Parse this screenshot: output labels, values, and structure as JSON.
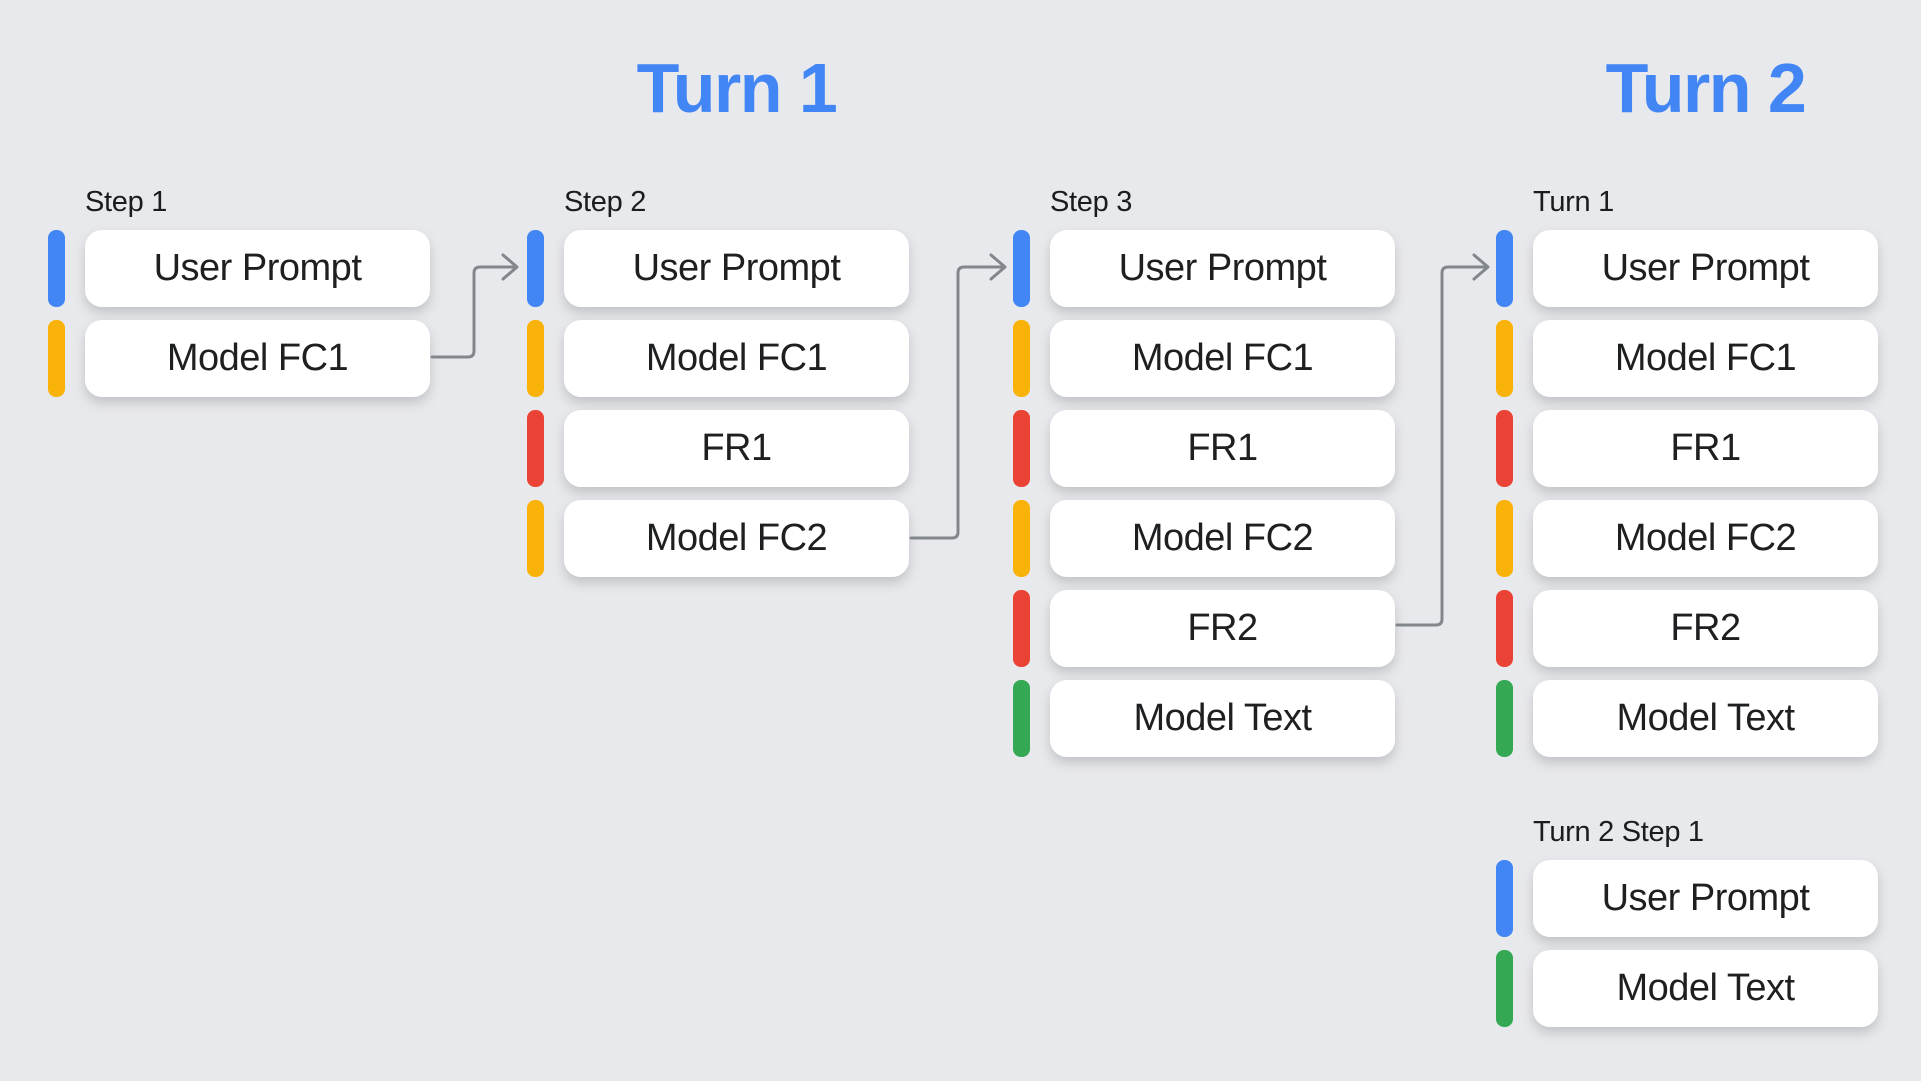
{
  "titles": {
    "turn1": "Turn 1",
    "turn2": "Turn 2"
  },
  "colors": {
    "background": "#E8E9EC",
    "card": "#FFFFFF",
    "heading": "#4285F4",
    "card_text": "#1E1F21",
    "label_text": "#1B1C1E",
    "arrow": "#82878C",
    "user_prompt": "#4285F4",
    "model_function_call": "#F9B208",
    "function_response": "#EA4335",
    "model_text": "#34A853"
  },
  "columns": [
    {
      "label": "Step 1",
      "rows": [
        {
          "label": "User Prompt",
          "type": "user_prompt"
        },
        {
          "label": "Model FC1",
          "type": "model_function_call"
        }
      ]
    },
    {
      "label": "Step 2",
      "rows": [
        {
          "label": "User Prompt",
          "type": "user_prompt"
        },
        {
          "label": "Model FC1",
          "type": "model_function_call"
        },
        {
          "label": "FR1",
          "type": "function_response"
        },
        {
          "label": "Model FC2",
          "type": "model_function_call"
        }
      ]
    },
    {
      "label": "Step 3",
      "rows": [
        {
          "label": "User Prompt",
          "type": "user_prompt"
        },
        {
          "label": "Model FC1",
          "type": "model_function_call"
        },
        {
          "label": "FR1",
          "type": "function_response"
        },
        {
          "label": "Model FC2",
          "type": "model_function_call"
        },
        {
          "label": "FR2",
          "type": "function_response"
        },
        {
          "label": "Model Text",
          "type": "model_text"
        }
      ]
    },
    {
      "label": "Turn 1",
      "rows": [
        {
          "label": "User Prompt",
          "type": "user_prompt"
        },
        {
          "label": "Model FC1",
          "type": "model_function_call"
        },
        {
          "label": "FR1",
          "type": "function_response"
        },
        {
          "label": "Model FC2",
          "type": "model_function_call"
        },
        {
          "label": "FR2",
          "type": "function_response"
        },
        {
          "label": "Model Text",
          "type": "model_text"
        }
      ]
    },
    {
      "label": "Turn 2 Step 1",
      "rows": [
        {
          "label": "User Prompt",
          "type": "user_prompt"
        },
        {
          "label": "Model Text",
          "type": "model_text"
        }
      ]
    }
  ],
  "arrows": [
    {
      "from": "step1.model_fc1",
      "to": "step2.user_prompt"
    },
    {
      "from": "step2.model_fc2",
      "to": "step3.user_prompt"
    },
    {
      "from": "step3.fr2",
      "to": "turn1.user_prompt"
    }
  ]
}
